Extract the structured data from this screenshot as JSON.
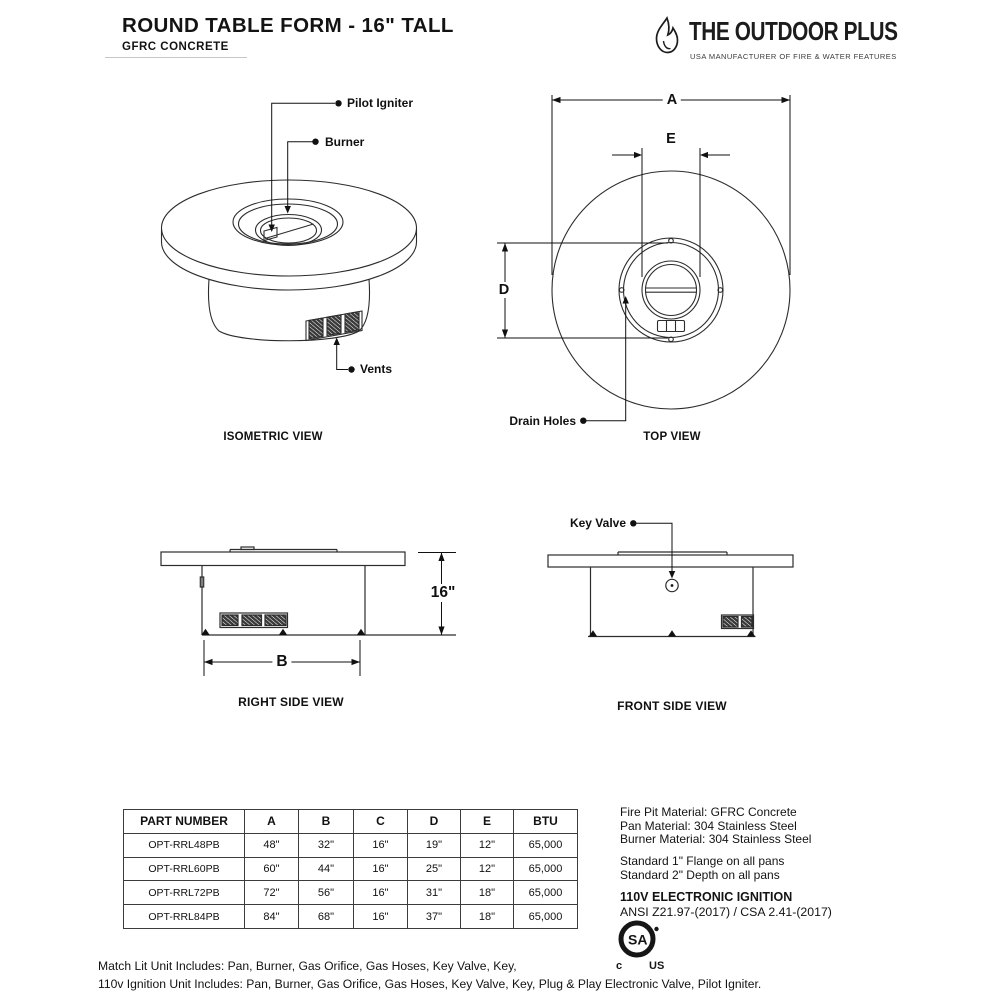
{
  "header": {
    "title": "ROUND TABLE FORM - 16\" TALL",
    "subtitle": "GFRC CONCRETE",
    "logo": {
      "name": "THE OUTDOOR PLUS",
      "tagline": "USA MANUFACTURER OF FIRE & WATER FEATURES"
    }
  },
  "views": {
    "isometric": {
      "title": "ISOMETRIC VIEW",
      "labels": {
        "pilot_igniter": "Pilot Igniter",
        "burner": "Burner",
        "vents": "Vents"
      }
    },
    "top": {
      "title": "TOP VIEW",
      "labels": {
        "drain_holes": "Drain Holes"
      },
      "dims": {
        "a": "A",
        "e": "E",
        "d": "D"
      }
    },
    "right_side": {
      "title": "RIGHT SIDE VIEW",
      "dims": {
        "b": "B",
        "height": "16\""
      }
    },
    "front_side": {
      "title": "FRONT SIDE VIEW",
      "labels": {
        "key_valve": "Key Valve"
      }
    }
  },
  "spec_table": {
    "headers": [
      "PART NUMBER",
      "A",
      "B",
      "C",
      "D",
      "E",
      "BTU"
    ],
    "rows": [
      [
        "OPT-RRL48PB",
        "48\"",
        "32\"",
        "16\"",
        "19\"",
        "12\"",
        "65,000"
      ],
      [
        "OPT-RRL60PB",
        "60\"",
        "44\"",
        "16\"",
        "25\"",
        "12\"",
        "65,000"
      ],
      [
        "OPT-RRL72PB",
        "72\"",
        "56\"",
        "16\"",
        "31\"",
        "18\"",
        "65,000"
      ],
      [
        "OPT-RRL84PB",
        "84\"",
        "68\"",
        "16\"",
        "37\"",
        "18\"",
        "65,000"
      ]
    ]
  },
  "specs": {
    "materials": [
      "Fire Pit Material: GFRC Concrete",
      "Pan Material: 304 Stainless Steel",
      "Burner Material: 304 Stainless Steel"
    ],
    "standards": [
      "Standard 1\" Flange on all pans",
      "Standard 2\" Depth on all pans"
    ],
    "ignition_title": "110V ELECTRONIC IGNITION",
    "certification": "ANSI Z21.97-(2017) / CSA 2.41-(2017)",
    "csa_mark": {
      "sa": "SA",
      "c": "c",
      "us": "US"
    }
  },
  "includes": {
    "match_lit": "Match Lit Unit Includes: Pan, Burner, Gas Orifice, Gas Hoses, Key Valve, Key,",
    "ignition": "110v Ignition Unit Includes: Pan, Burner, Gas Orifice, Gas Hoses, Key Valve, Key, Plug & Play Electronic Valve, Pilot Igniter."
  }
}
